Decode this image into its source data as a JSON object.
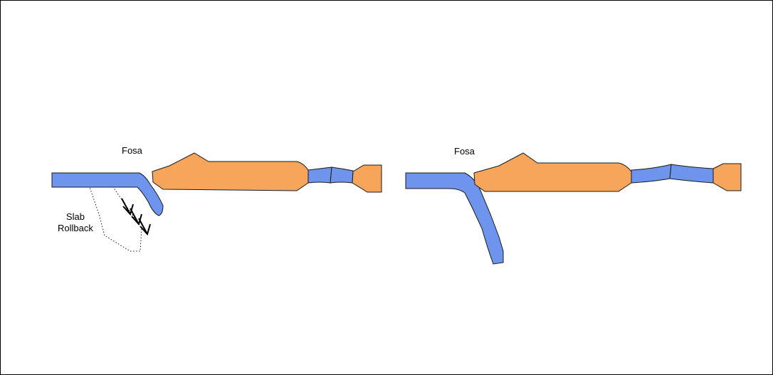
{
  "labels": {
    "fosa_left": "Fosa",
    "fosa_right": "Fosa",
    "slab": "Slab",
    "rollback": "Rollback"
  },
  "colors": {
    "oceanic_plate": "#6F94EE",
    "continental_block": "#F7A55A",
    "outline": "#1A1A1A",
    "arrow": "#000000",
    "frame": "#000000",
    "background": "#FFFFFF"
  }
}
